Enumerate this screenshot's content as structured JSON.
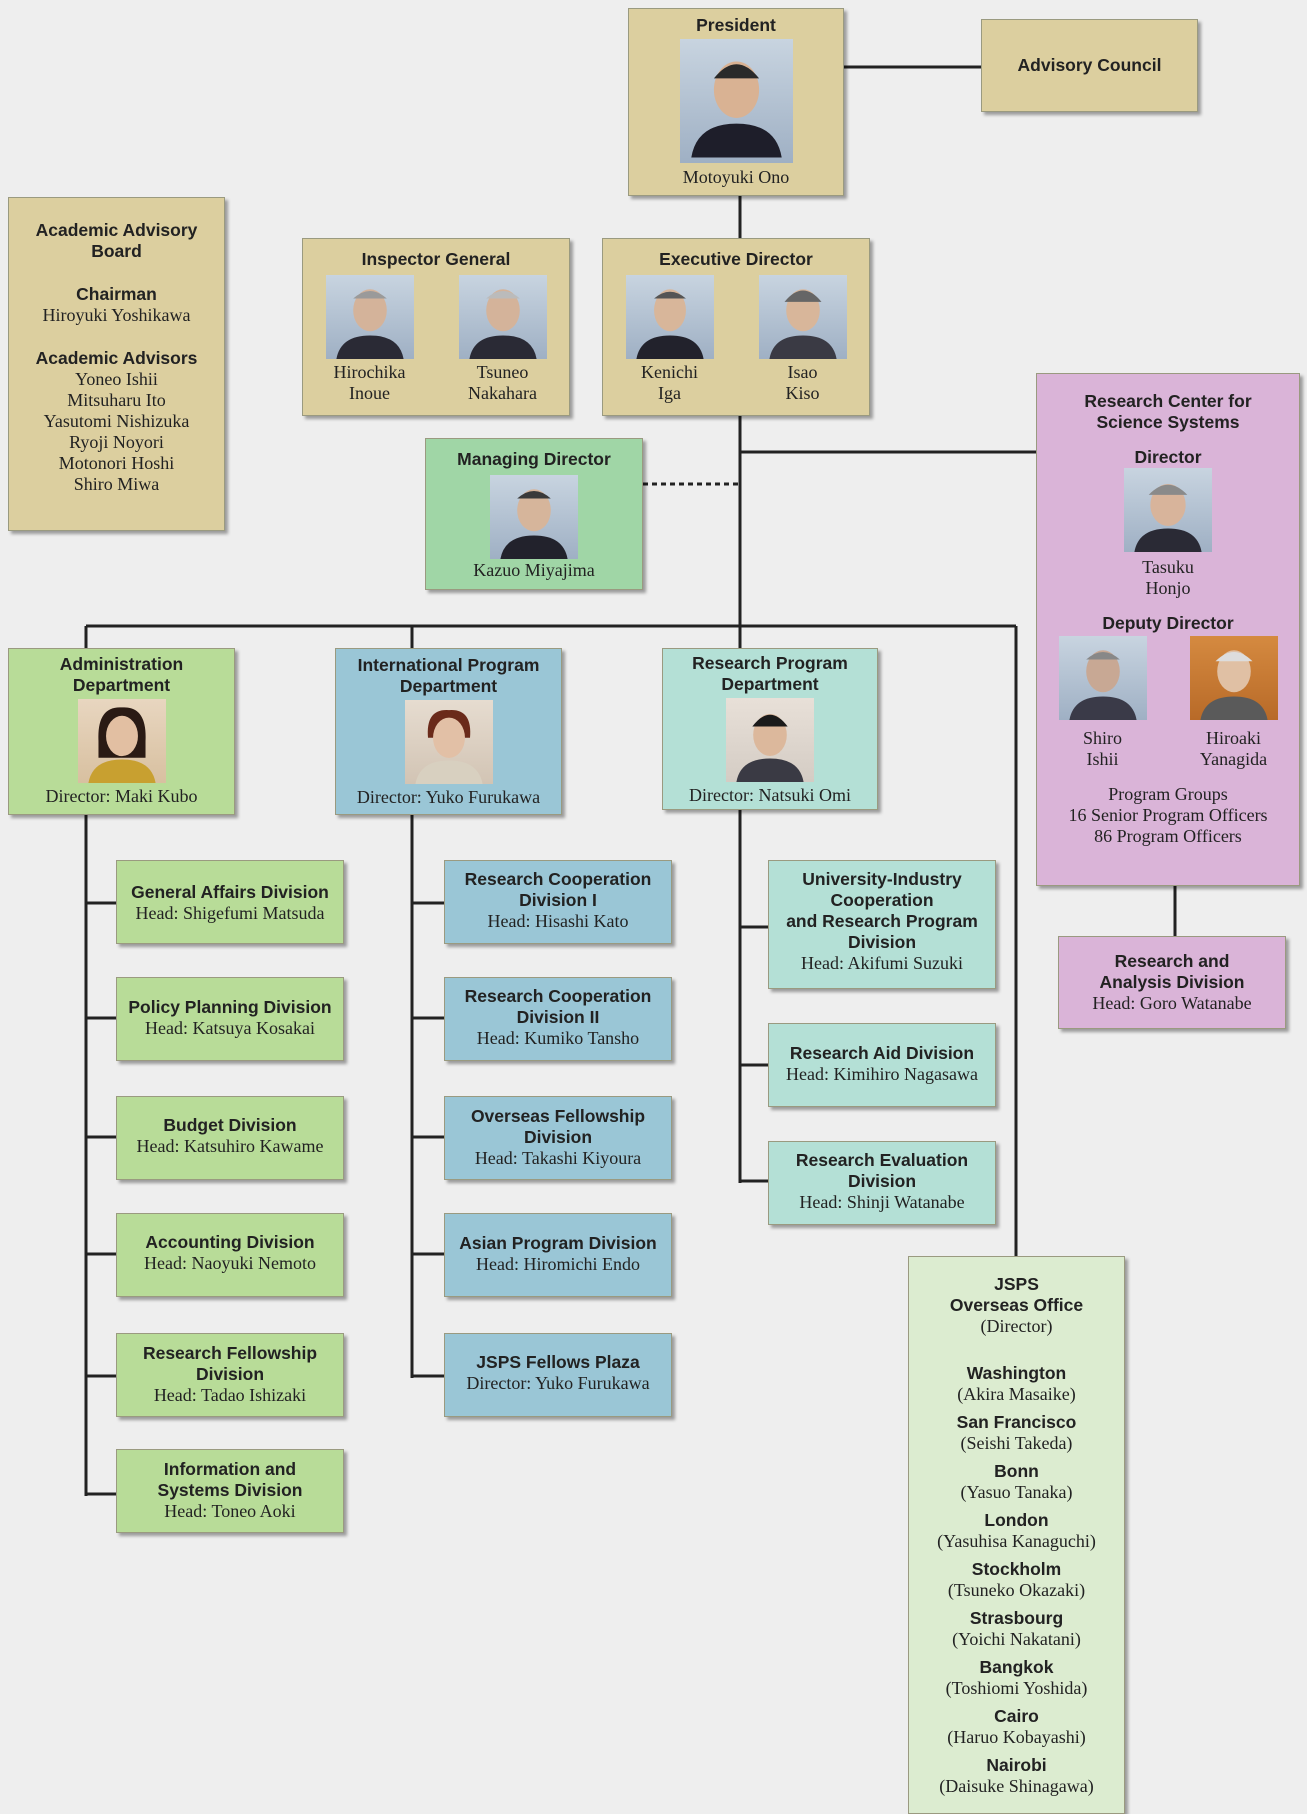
{
  "president": {
    "title": "President",
    "name": "Motoyuki Ono"
  },
  "advisory_council": "Advisory Council",
  "academic_board": {
    "title_1": "Academic Advisory",
    "title_2": "Board",
    "chairman_label": "Chairman",
    "chairman": "Hiroyuki Yoshikawa",
    "advisors_label": "Academic Advisors",
    "advisors": [
      "Yoneo Ishii",
      "Mitsuharu Ito",
      "Yasutomi Nishizuka",
      "Ryoji Noyori",
      "Motonori Hoshi",
      "Shiro Miwa"
    ]
  },
  "inspector_general": {
    "title": "Inspector General",
    "people": [
      {
        "first": "Hirochika",
        "last": "Inoue"
      },
      {
        "first": "Tsuneo",
        "last": "Nakahara"
      }
    ]
  },
  "executive_director": {
    "title": "Executive Director",
    "people": [
      {
        "first": "Kenichi",
        "last": "Iga"
      },
      {
        "first": "Isao",
        "last": "Kiso"
      }
    ]
  },
  "managing_director": {
    "title": "Managing Director",
    "name": "Kazuo Miyajima"
  },
  "research_center": {
    "title_1": "Research Center for",
    "title_2": "Science Systems",
    "director_label": "Director",
    "director_first": "Tasuku",
    "director_last": "Honjo",
    "deputy_label": "Deputy Director",
    "deputies": [
      {
        "first": "Shiro",
        "last": "Ishii"
      },
      {
        "first": "Hiroaki",
        "last": "Yanagida"
      }
    ],
    "groups_1": "Program Groups",
    "groups_2": "16 Senior Program Officers",
    "groups_3": "86 Program Officers"
  },
  "research_analysis": {
    "title_1": "Research and",
    "title_2": "Analysis Division",
    "head": "Head: Goro Watanabe"
  },
  "departments": {
    "admin": {
      "title_1": "Administration",
      "title_2": "Department",
      "director": "Director: Maki Kubo",
      "divisions": [
        {
          "t1": "General Affairs Division",
          "t2": "",
          "head": "Head: Shigefumi Matsuda"
        },
        {
          "t1": "Policy Planning Division",
          "t2": "",
          "head": "Head: Katsuya Kosakai"
        },
        {
          "t1": "Budget Division",
          "t2": "",
          "head": "Head: Katsuhiro Kawame"
        },
        {
          "t1": "Accounting Division",
          "t2": "",
          "head": "Head: Naoyuki Nemoto"
        },
        {
          "t1": "Research Fellowship",
          "t2": "Division",
          "head": "Head: Tadao Ishizaki"
        },
        {
          "t1": "Information and",
          "t2": "Systems Division",
          "head": "Head: Toneo Aoki"
        }
      ]
    },
    "intl": {
      "title_1": "International Program",
      "title_2": "Department",
      "director": "Director: Yuko Furukawa",
      "divisions": [
        {
          "t1": "Research Cooperation",
          "t2": "Division I",
          "head": "Head: Hisashi Kato"
        },
        {
          "t1": "Research Cooperation",
          "t2": "Division II",
          "head": "Head: Kumiko Tansho"
        },
        {
          "t1": "Overseas Fellowship",
          "t2": "Division",
          "head": "Head: Takashi Kiyoura"
        },
        {
          "t1": "Asian Program Division",
          "t2": "",
          "head": "Head: Hiromichi Endo"
        },
        {
          "t1": "JSPS Fellows Plaza",
          "t2": "",
          "head": "Director: Yuko Furukawa"
        }
      ]
    },
    "research": {
      "title_1": "Research Program",
      "title_2": "Department",
      "director": "Director: Natsuki Omi",
      "divisions": [
        {
          "t1": "University-Industry",
          "t2": "Cooperation",
          "t3": "and Research Program",
          "t4": "Division",
          "head": "Head: Akifumi Suzuki"
        },
        {
          "t1": "Research Aid Division",
          "t2": "",
          "head": "Head: Kimihiro Nagasawa"
        },
        {
          "t1": "Research Evaluation",
          "t2": "Division",
          "head": "Head: Shinji Watanabe"
        }
      ]
    }
  },
  "overseas": {
    "title_1": "JSPS",
    "title_2": "Overseas Office",
    "subtitle": "(Director)",
    "offices": [
      {
        "city": "Washington",
        "director": "(Akira Masaike)"
      },
      {
        "city": "San Francisco",
        "director": "(Seishi Takeda)"
      },
      {
        "city": "Bonn",
        "director": "(Yasuo Tanaka)"
      },
      {
        "city": "London",
        "director": "(Yasuhisa Kanaguchi)"
      },
      {
        "city": "Stockholm",
        "director": "(Tsuneko Okazaki)"
      },
      {
        "city": "Strasbourg",
        "director": "(Yoichi Nakatani)"
      },
      {
        "city": "Bangkok",
        "director": "(Toshiomi Yoshida)"
      },
      {
        "city": "Cairo",
        "director": "(Haruo Kobayashi)"
      },
      {
        "city": "Nairobi",
        "director": "(Daisuke Shinagawa)"
      }
    ]
  }
}
